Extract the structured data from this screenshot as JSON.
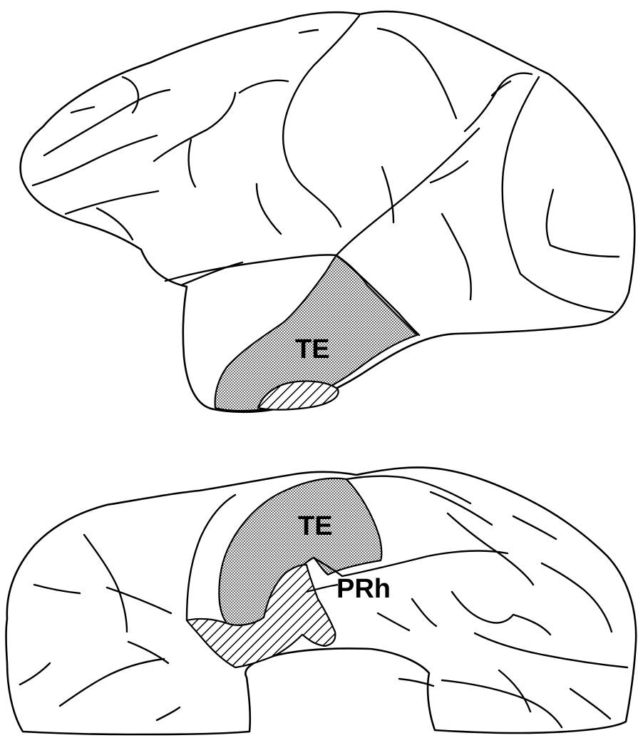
{
  "labels": {
    "lateral_te": "TE",
    "ventral_te": "TE",
    "ventral_prh": "PRh"
  },
  "colors": {
    "ink": "#000000",
    "paper": "#ffffff",
    "stipple": "#bdbdbd"
  }
}
